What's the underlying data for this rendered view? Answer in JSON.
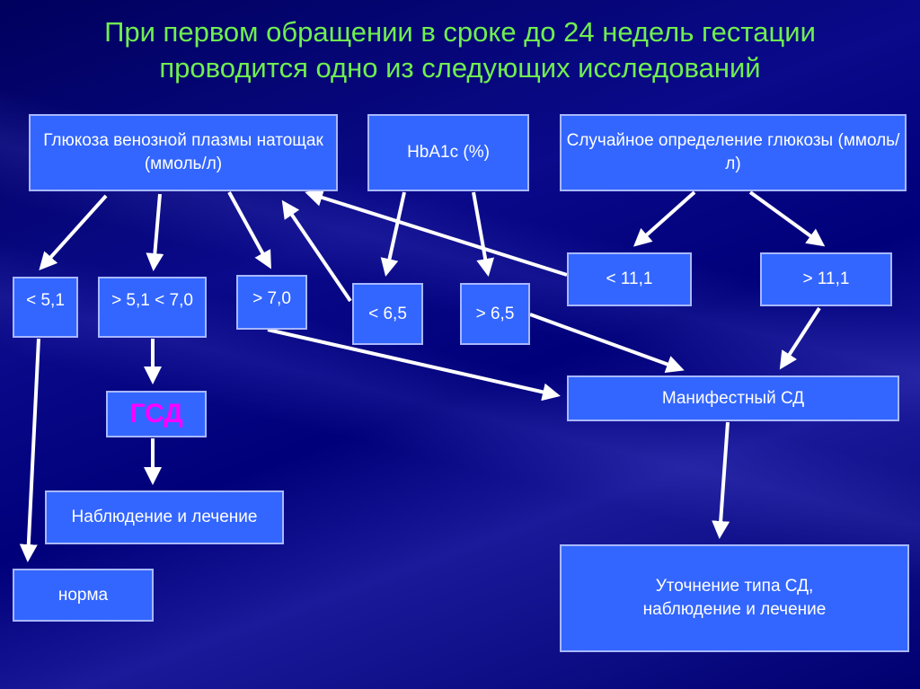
{
  "title": {
    "line1": "При первом обращении в сроке до 24 недель гестации",
    "line2": "проводится одно из следующих исследований"
  },
  "boxes": {
    "fasting_glucose": "Глюкоза венозной плазмы натощак (ммоль/л)",
    "hba1c": "HbA1c (%)",
    "random_glucose": "Случайное определение глюкозы (ммоль/л)",
    "lt_5_1": "< 5,1",
    "range_5_1_7_0": "> 5,1 < 7,0",
    "gt_7_0": "> 7,0",
    "lt_6_5": "< 6,5",
    "gt_6_5": "> 6,5",
    "lt_11_1": "< 11,1",
    "gt_11_1": "> 11,1",
    "gsd": "ГСД",
    "manifest": "Манифестный СД",
    "observation": "Наблюдение и лечение",
    "norm": "норма",
    "clarify": "Уточнение типа СД, наблюдение и лечение"
  },
  "colors": {
    "title": "#70ee50",
    "box": "#3366ff",
    "gsd_text": "#ff00ff",
    "background": "#00007a"
  }
}
